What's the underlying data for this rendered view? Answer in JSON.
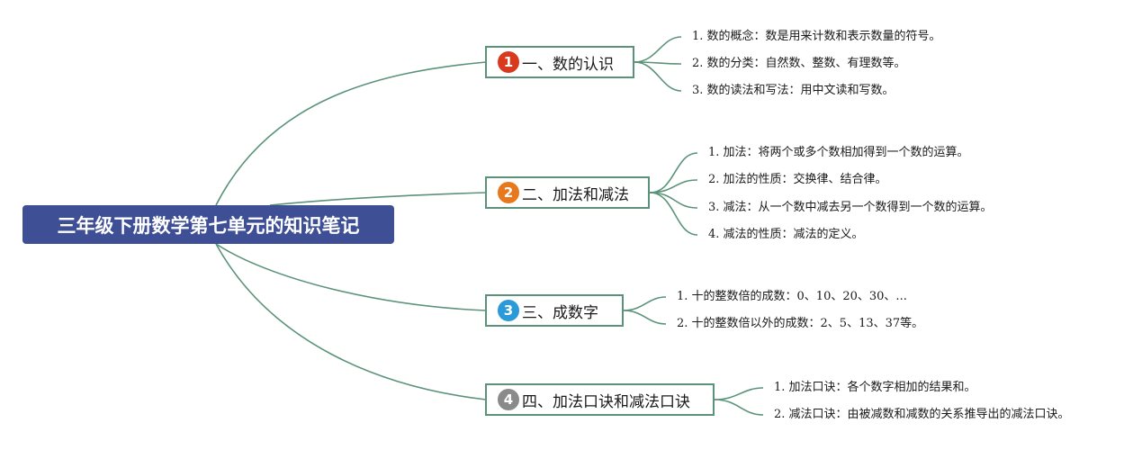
{
  "root": {
    "title": "三年级下册数学第七单元的知识笔记"
  },
  "colors": {
    "root_bg": "#3f4f95",
    "line": "#5a9379"
  },
  "branches": [
    {
      "number": "1",
      "color": "#d93a1e",
      "label": "一、数的认识",
      "items": [
        "1. 数的概念：数是用来计数和表示数量的符号。",
        "2. 数的分类：自然数、整数、有理数等。",
        "3. 数的读法和写法：用中文读和写数。"
      ]
    },
    {
      "number": "2",
      "color": "#e8781e",
      "label": "二、加法和减法",
      "items": [
        "1. 加法：将两个或多个数相加得到一个数的运算。",
        "2. 加法的性质：交换律、结合律。",
        "3. 减法：从一个数中减去另一个数得到一个数的运算。",
        "4. 减法的性质：减法的定义。"
      ]
    },
    {
      "number": "3",
      "color": "#2a9ad8",
      "label": "三、成数字",
      "items": [
        "1. 十的整数倍的成数：0、10、20、30、...",
        "2. 十的整数倍以外的成数：2、5、13、37等。"
      ]
    },
    {
      "number": "4",
      "color": "#8a8a8a",
      "label": "四、加法口诀和减法口诀",
      "items": [
        "1. 加法口诀：各个数字相加的结果和。",
        "2. 减法口诀：由被减数和减数的关系推导出的减法口诀。"
      ]
    }
  ]
}
